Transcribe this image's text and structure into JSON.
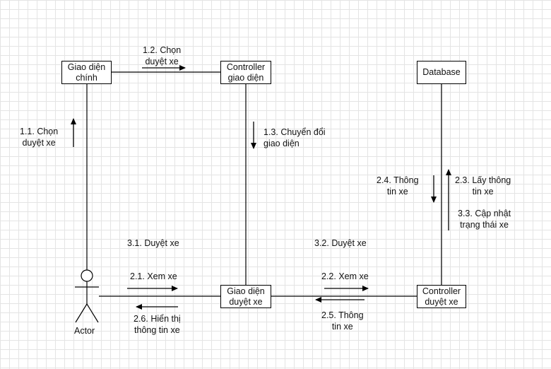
{
  "nodes": {
    "main_ui": "Giao diện\nchính",
    "controller_ui": "Controller\ngiao diện",
    "database": "Database",
    "browse_ui": "Giao diện\nduyệt xe",
    "controller_browse": "Controller\nduyệt xe"
  },
  "actor": "Actor",
  "messages": {
    "m1_1": "1.1. Chọn\nduyệt xe",
    "m1_2": "1.2. Chọn\nduyệt xe",
    "m1_3": "1.3. Chuyển đổi\ngiao diện",
    "m2_1": "2.1. Xem xe",
    "m2_2": "2.2. Xem xe",
    "m2_3": "2.3. Lấy thông\ntin xe",
    "m2_4": "2.4. Thông\ntin xe",
    "m2_5": "2.5. Thông\ntin xe",
    "m2_6": "2.6. Hiển thị\nthông tin xe",
    "m3_1": "3.1. Duyệt xe",
    "m3_2": "3.2. Duyệt xe",
    "m3_3": "3.3. Cập nhật\ntrạng thái xe"
  },
  "colors": {
    "line": "#000000",
    "grid": "#e4e4e4",
    "box_fill": "#ffffff"
  }
}
